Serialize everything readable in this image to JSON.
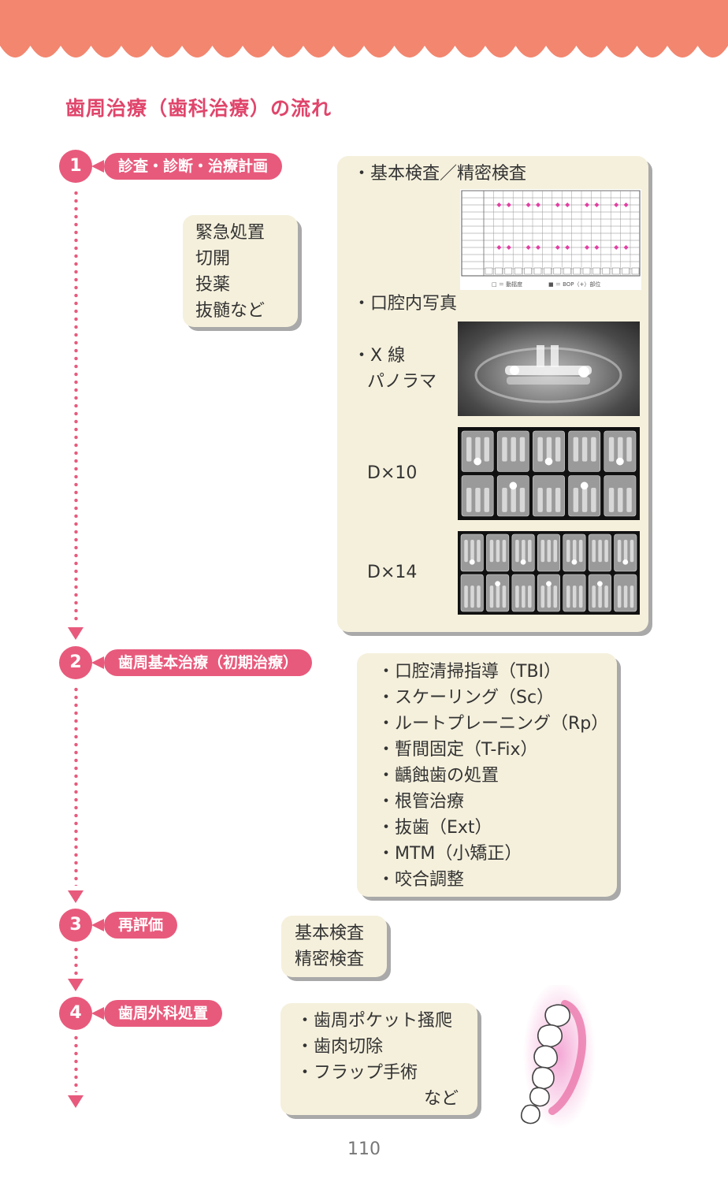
{
  "page_title": "歯周治療（歯科治療）の流れ",
  "steps": [
    {
      "number": "1",
      "label": "診査・診断・治療計画"
    },
    {
      "number": "2",
      "label": "歯周基本治療（初期治療）"
    },
    {
      "number": "3",
      "label": "再評価"
    },
    {
      "number": "4",
      "label": "歯周外科処置"
    }
  ],
  "emergency_box": {
    "lines": [
      "緊急処置",
      "切開",
      "投薬",
      "抜髄など"
    ]
  },
  "exam_box": {
    "basic_exam": "・基本検査／精密検査",
    "intraoral_photo": "・口腔内写真",
    "xray_label": "・X 線",
    "panorama": "パノラマ",
    "d10": "D×10",
    "d14": "D×14"
  },
  "chart_legend": {
    "left": "□ ＝ 動揺度",
    "right": "■ ＝ BOP（+）部位"
  },
  "initial_treatment_box": {
    "items": [
      "・口腔清掃指導（TBI）",
      "・スケーリング（Sc）",
      "・ルートプレーニング（Rp）",
      "・暫間固定（T-Fix）",
      "・齲蝕歯の処置",
      "・根管治療",
      "・抜歯（Ext）",
      "・MTM（小矯正）",
      "・咬合調整"
    ]
  },
  "reevaluation_box": {
    "lines": [
      "基本検査",
      "精密検査"
    ]
  },
  "surgery_box": {
    "lines": [
      "・歯周ポケット搔爬",
      "・歯肉切除",
      "・フラップ手術"
    ],
    "etc": "など"
  },
  "page_number": "110",
  "colors": {
    "header": "#f3866f",
    "accent": "#e85a7c",
    "box": "#f5f0dc"
  }
}
